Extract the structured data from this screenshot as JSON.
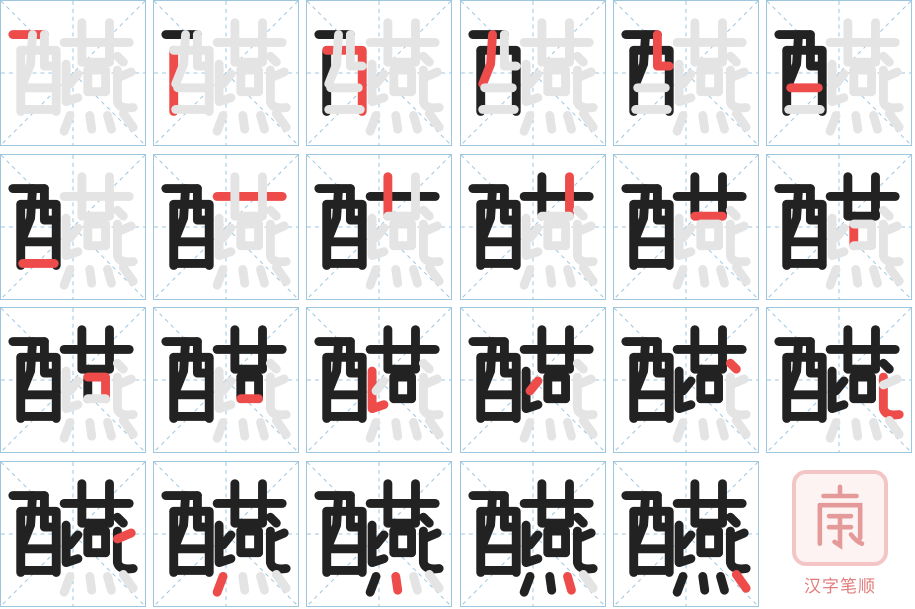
{
  "character": "醼",
  "component_left": "酉",
  "component_right": "燕",
  "total_steps": 23,
  "colors": {
    "grid_line": "#9ec6df",
    "stroke_done": "#222222",
    "stroke_current": "#ee4b4b",
    "stroke_ghost": "#e4e4e4",
    "logo": "#e27d7d"
  },
  "steps": [
    {
      "step": 1
    },
    {
      "step": 2
    },
    {
      "step": 3
    },
    {
      "step": 4
    },
    {
      "step": 5
    },
    {
      "step": 6
    },
    {
      "step": 7
    },
    {
      "step": 8
    },
    {
      "step": 9
    },
    {
      "step": 10
    },
    {
      "step": 11
    },
    {
      "step": 12
    },
    {
      "step": 13
    },
    {
      "step": 14
    },
    {
      "step": 15
    },
    {
      "step": 16
    },
    {
      "step": 17
    },
    {
      "step": 18
    },
    {
      "step": 19
    },
    {
      "step": 20
    },
    {
      "step": 21
    },
    {
      "step": 22
    },
    {
      "step": 23
    }
  ],
  "logo": {
    "text": "汉字笔顺",
    "seal_icon": "seal-stamp-icon"
  }
}
